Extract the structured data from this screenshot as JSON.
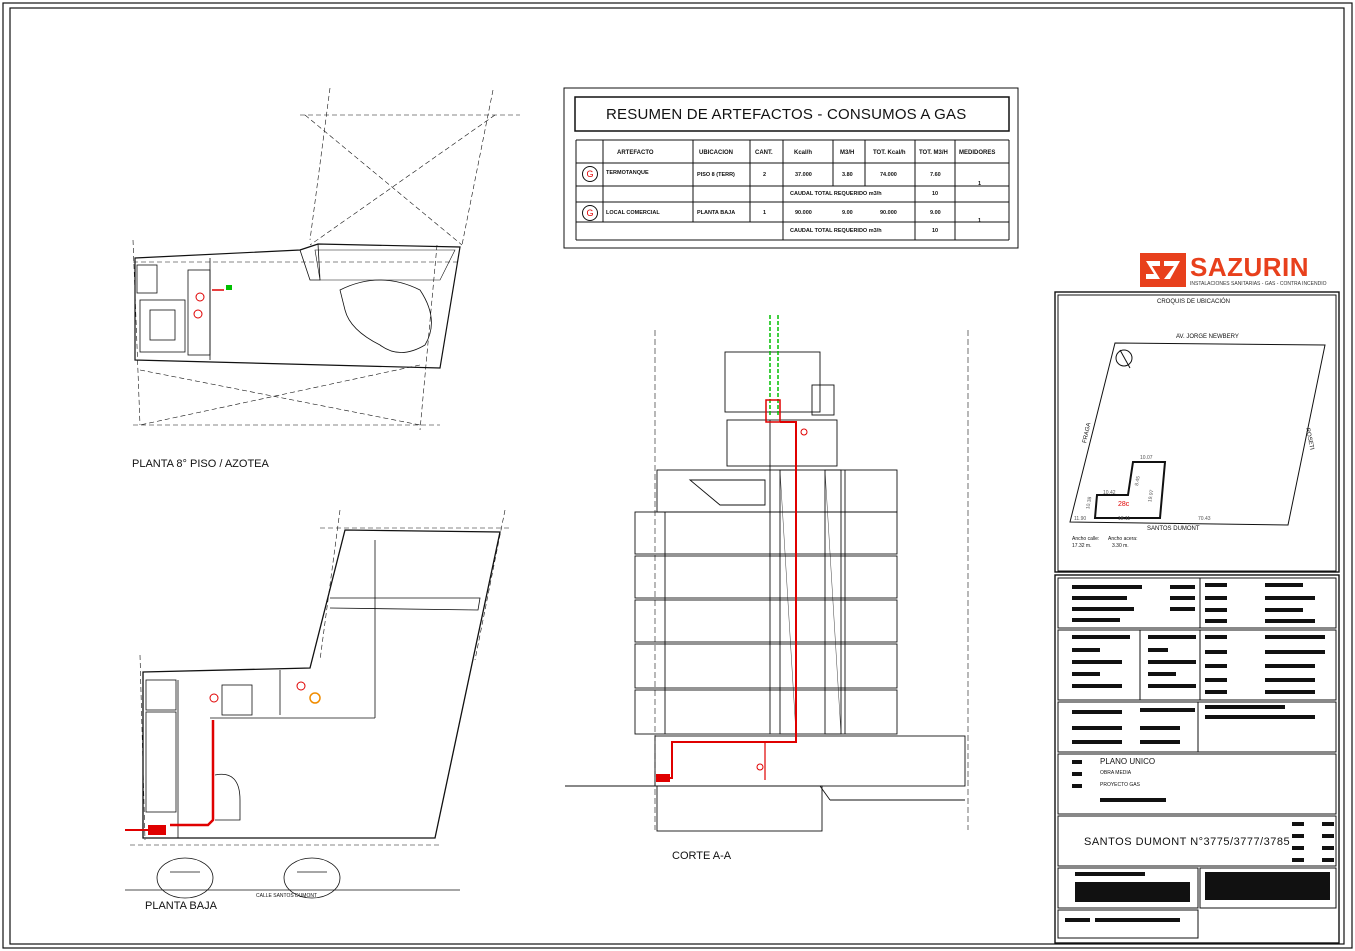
{
  "summary_table": {
    "title": "RESUMEN DE ARTEFACTOS - CONSUMOS A GAS",
    "headers": [
      "ARTEFACTO",
      "UBICACION",
      "CANT.",
      "Kcal/h",
      "M3/H",
      "TOT. Kcal/h",
      "TOT. M3/H",
      "MEDIDORES"
    ],
    "rows": [
      {
        "icon": "G",
        "artefacto": "TERMOTANQUE",
        "ubicacion": "PISO 8 (TERR)",
        "cant": "2",
        "kcal": "37.000",
        "m3h": "3.80",
        "tot_kcal": "74.000",
        "tot_m3h": "7.60",
        "medidores": "1",
        "caudal_label": "CAUDAL TOTAL REQUERIDO m3/h",
        "caudal_value": "10"
      },
      {
        "icon": "G",
        "artefacto": "LOCAL COMERCIAL",
        "ubicacion": "PLANTA BAJA",
        "cant": "1",
        "kcal": "90.000",
        "m3h": "9.00",
        "tot_kcal": "90.000",
        "tot_m3h": "9.00",
        "medidores": "1",
        "caudal_label": "CAUDAL TOTAL REQUERIDO m3/h",
        "caudal_value": "10"
      }
    ]
  },
  "drawings": {
    "plan_top_label": "PLANTA 8° PISO / AZOTEA",
    "plan_bottom_label": "PLANTA BAJA",
    "street_label": "CALLE SANTOS DUMONT",
    "section_label": "CORTE A-A"
  },
  "logo": {
    "name": "SAZURIN",
    "tagline": "INSTALACIONES SANITARIAS - GAS - CONTRA INCENDIO",
    "accent": "#e8401c"
  },
  "location_sketch": {
    "title": "CROQUIS DE UBICACIÓN",
    "street_top": "AV. JORGE NEWBERY",
    "street_left": "FRAGA",
    "street_right": "ROSETI",
    "street_bottom": "SANTOS DUMONT",
    "lot_number": "28c",
    "dims": [
      "10.07",
      "8.45",
      "10.42",
      "19.97",
      "10.38",
      "11.90",
      "18.11",
      "70.43"
    ],
    "street_width_label": "Ancho calle:",
    "street_width_value": "17.32 m.",
    "sidewalk_label": "Ancho acera:",
    "sidewalk_value": "3.30 m."
  },
  "title_block": {
    "plan_type": "PLANO UNICO",
    "obra": "OBRA MEDIA",
    "proyecto": "PROYECTO GAS",
    "address": "SANTOS DUMONT N°3775/3777/3785"
  },
  "colors": {
    "gas_line": "#e00000",
    "vent_line": "#00c000",
    "ink": "#111111"
  }
}
